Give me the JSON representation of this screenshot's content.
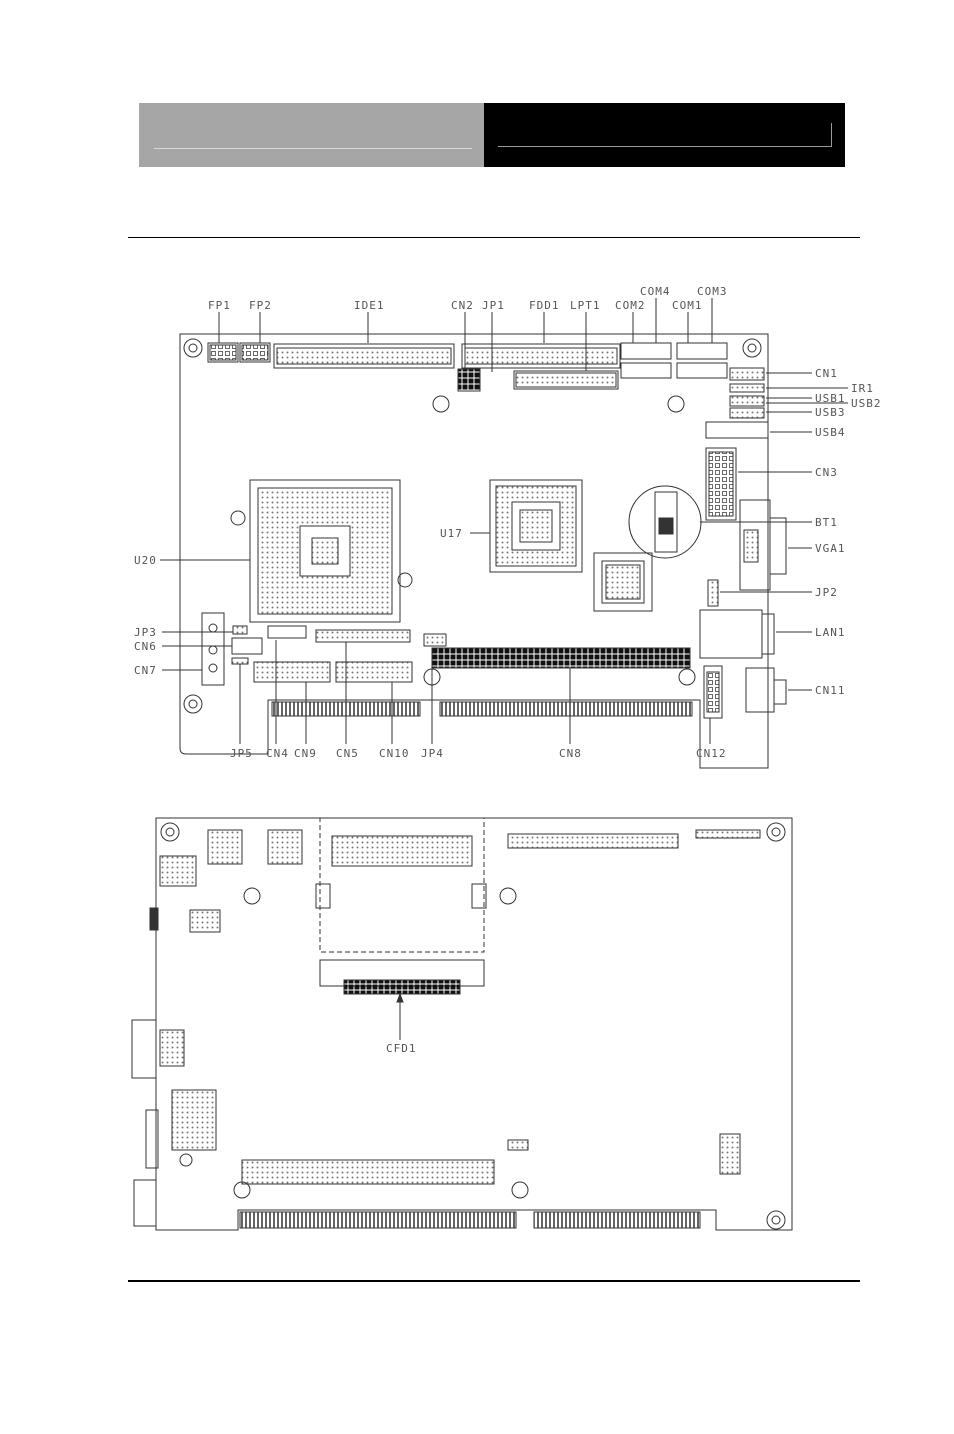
{
  "labels": {
    "fp1": "FP1",
    "fp2": "FP2",
    "ide1": "IDE1",
    "cn2": "CN2",
    "jp1": "JP1",
    "fdd1": "FDD1",
    "lpt1": "LPT1",
    "com2": "COM2",
    "com4": "COM4",
    "com1": "COM1",
    "com3": "COM3",
    "cn1": "CN1",
    "ir1": "IR1",
    "usb1": "USB1",
    "usb2": "USB2",
    "usb3": "USB3",
    "usb4": "USB4",
    "cn3": "CN3",
    "bt1": "BT1",
    "vga1": "VGA1",
    "jp2": "JP2",
    "lan1": "LAN1",
    "cn11": "CN11",
    "u17": "U17",
    "u20": "U20",
    "jp3": "JP3",
    "cn6": "CN6",
    "cn7": "CN7",
    "jp5": "JP5",
    "cn4": "CN4",
    "cn9": "CN9",
    "cn5": "CN5",
    "cn10": "CN10",
    "jp4": "JP4",
    "cn8": "CN8",
    "cn12": "CN12",
    "cfd1": "CFD1"
  }
}
